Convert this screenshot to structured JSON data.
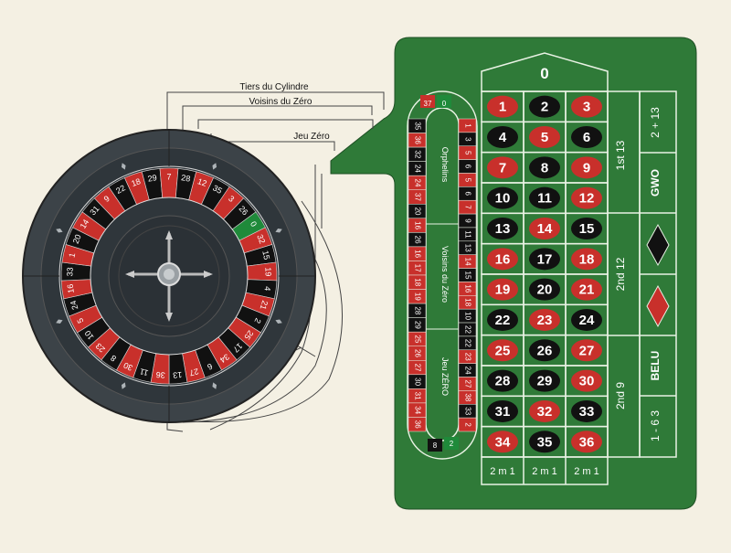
{
  "colors": {
    "background": "#f4f0e3",
    "felt": "#2f7a38",
    "felt_line": "#e9f2e4",
    "red": "#c8302b",
    "black": "#111111",
    "green": "#1f8a3a",
    "wheel_outer": "#3c4348",
    "wheel_inner": "#2c3237",
    "line": "#333333"
  },
  "labels": {
    "tiers": "Tiers du Cylindre",
    "voisins": "Voisins du Zéro",
    "jeu_zero": "Jeu Zéro"
  },
  "wheel": {
    "sequence": [
      "0",
      "32",
      "15",
      "19",
      "4",
      "21",
      "2",
      "25",
      "17",
      "34",
      "6",
      "27",
      "13",
      "36",
      "11",
      "30",
      "8",
      "23",
      "10",
      "5",
      "24",
      "16",
      "33",
      "1",
      "20",
      "14",
      "31",
      "9",
      "22",
      "18",
      "29",
      "7",
      "28",
      "12",
      "35",
      "3",
      "26"
    ]
  },
  "racetrack": {
    "left_column": [
      "35",
      "36",
      "32",
      "24",
      "24",
      "37",
      "20",
      "16",
      "26",
      "16",
      "17",
      "18",
      "19",
      "28",
      "29",
      "25",
      "26",
      "27",
      "30",
      "31",
      "34",
      "36"
    ],
    "left_colors": [
      "black",
      "red",
      "black",
      "black",
      "red",
      "red",
      "black",
      "red",
      "black",
      "red",
      "red",
      "red",
      "red",
      "black",
      "black",
      "red",
      "red",
      "red",
      "black",
      "red",
      "red",
      "red"
    ],
    "right_column": [
      "1",
      "3",
      "5",
      "6",
      "5",
      "6",
      "7",
      "9",
      "11",
      "13",
      "14",
      "15",
      "16",
      "18",
      "10",
      "22",
      "22",
      "23",
      "24",
      "27",
      "38",
      "33",
      "2"
    ],
    "right_colors": [
      "red",
      "black",
      "red",
      "black",
      "red",
      "black",
      "red",
      "black",
      "black",
      "black",
      "red",
      "black",
      "red",
      "red",
      "black",
      "black",
      "black",
      "red",
      "black",
      "red",
      "red",
      "black",
      "red"
    ],
    "top_numbers": [
      "37",
      "0"
    ],
    "bottom_numbers": [
      "8",
      "2"
    ],
    "sector_orphelins": "Orphelins",
    "sector_voisins": "Voisins du Zéro",
    "sector_jeu": "Jeu ZÉRO"
  },
  "table": {
    "zero": "0",
    "rows": [
      [
        {
          "n": "1",
          "c": "red"
        },
        {
          "n": "2",
          "c": "black"
        },
        {
          "n": "3",
          "c": "red"
        }
      ],
      [
        {
          "n": "4",
          "c": "black"
        },
        {
          "n": "5",
          "c": "red"
        },
        {
          "n": "6",
          "c": "black"
        }
      ],
      [
        {
          "n": "7",
          "c": "red"
        },
        {
          "n": "8",
          "c": "black"
        },
        {
          "n": "9",
          "c": "red"
        }
      ],
      [
        {
          "n": "10",
          "c": "black"
        },
        {
          "n": "11",
          "c": "black"
        },
        {
          "n": "12",
          "c": "red"
        }
      ],
      [
        {
          "n": "13",
          "c": "black"
        },
        {
          "n": "14",
          "c": "red"
        },
        {
          "n": "15",
          "c": "black"
        }
      ],
      [
        {
          "n": "16",
          "c": "red"
        },
        {
          "n": "17",
          "c": "black"
        },
        {
          "n": "18",
          "c": "red"
        }
      ],
      [
        {
          "n": "19",
          "c": "red"
        },
        {
          "n": "20",
          "c": "black"
        },
        {
          "n": "21",
          "c": "red"
        }
      ],
      [
        {
          "n": "22",
          "c": "black"
        },
        {
          "n": "23",
          "c": "red"
        },
        {
          "n": "24",
          "c": "black"
        }
      ],
      [
        {
          "n": "25",
          "c": "red"
        },
        {
          "n": "26",
          "c": "black"
        },
        {
          "n": "27",
          "c": "red"
        }
      ],
      [
        {
          "n": "28",
          "c": "black"
        },
        {
          "n": "29",
          "c": "black"
        },
        {
          "n": "30",
          "c": "red"
        }
      ],
      [
        {
          "n": "31",
          "c": "black"
        },
        {
          "n": "32",
          "c": "red"
        },
        {
          "n": "33",
          "c": "black"
        }
      ],
      [
        {
          "n": "34",
          "c": "red"
        },
        {
          "n": "35",
          "c": "black"
        },
        {
          "n": "36",
          "c": "red"
        }
      ]
    ],
    "dozens": [
      "1st 13",
      "2nd 12",
      "2nd 9"
    ],
    "outside": [
      "2 + 13",
      "GWO",
      "BELU",
      "1 - 6 3"
    ],
    "columns": [
      "2 m 1",
      "2 m 1",
      "2 m 1"
    ]
  }
}
